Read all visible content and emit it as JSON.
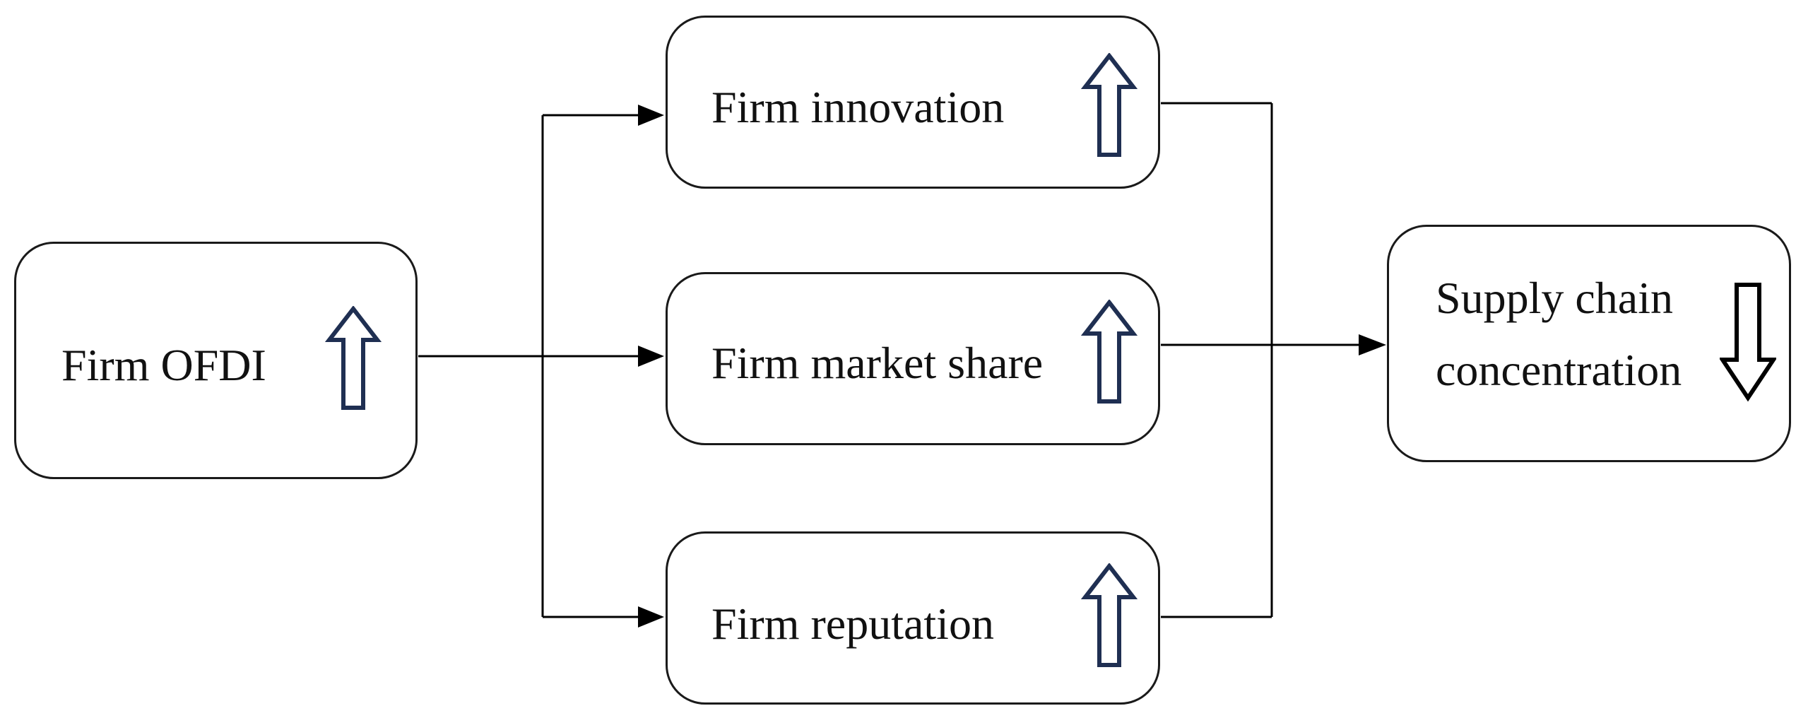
{
  "diagram": {
    "nodes": {
      "ofdi": {
        "label": "Firm OFDI",
        "direction": "up"
      },
      "innovation": {
        "label": "Firm innovation",
        "direction": "up"
      },
      "market_share": {
        "label": "Firm market share",
        "direction": "up"
      },
      "reputation": {
        "label": "Firm reputation",
        "direction": "up"
      },
      "supply_chain": {
        "line1": "Supply chain",
        "line2": "concentration",
        "direction": "down"
      }
    },
    "colors": {
      "box_border": "#1a1a1a",
      "connector": "#000000",
      "up_arrow_stroke": "#1f2f52",
      "down_arrow_stroke": "#000000",
      "text": "#111111"
    },
    "icons": {
      "up": "up-hollow-arrow-icon",
      "down": "down-hollow-arrow-icon"
    }
  }
}
